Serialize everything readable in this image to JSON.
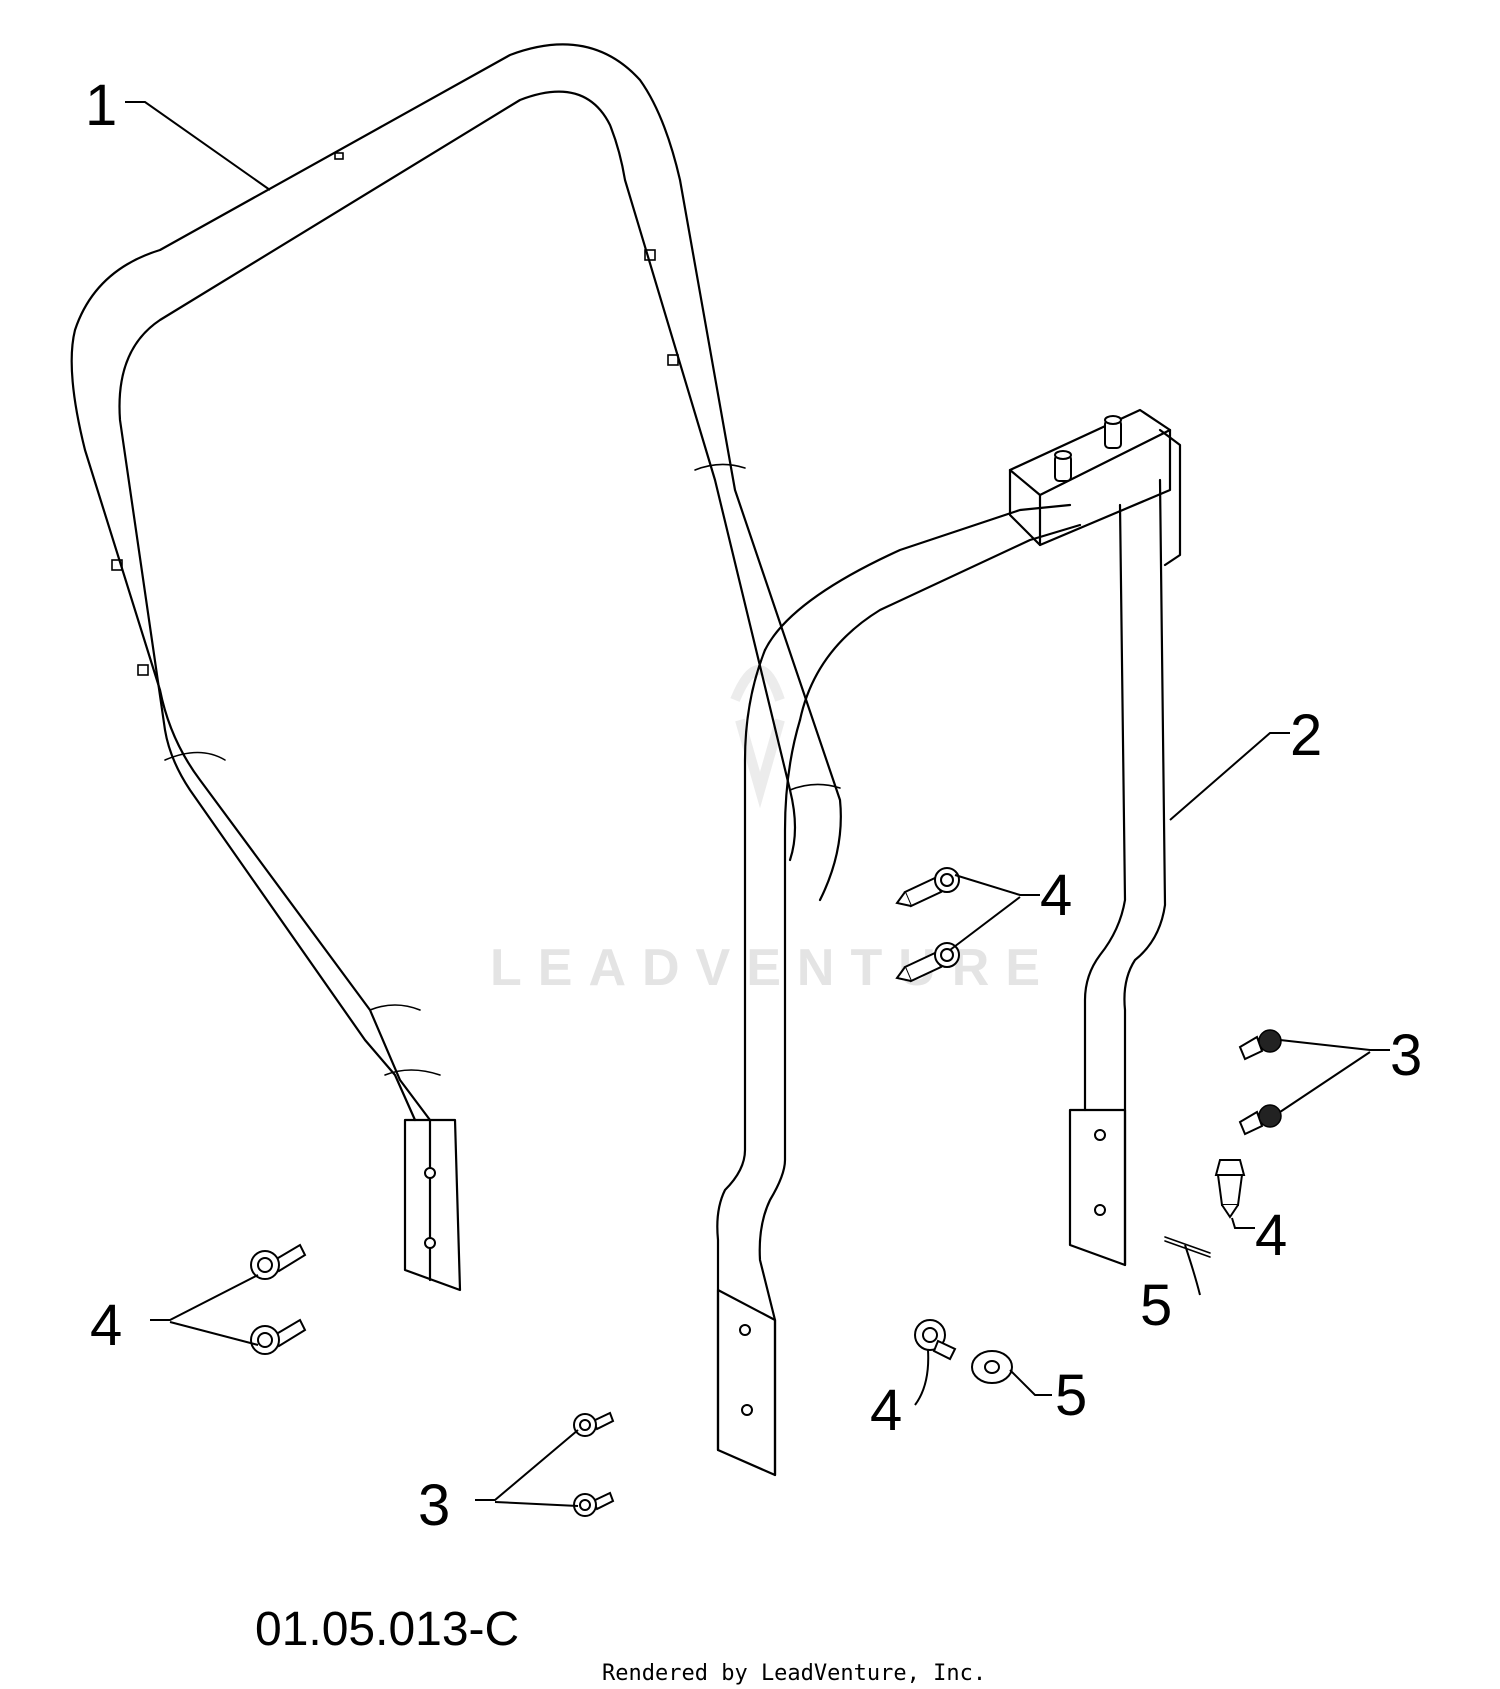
{
  "diagram": {
    "callouts": {
      "c1": "1",
      "c2": "2",
      "c3_right": "3",
      "c3_bottom": "3",
      "c4_middle": "4",
      "c4_left": "4",
      "c4_right": "4",
      "c4_bottom": "4",
      "c5_right": "5",
      "c5_bottom": "5"
    },
    "code": "01.05.013-C",
    "credit": "Rendered by LeadVenture, Inc.",
    "watermark": "LEADVENTURE"
  }
}
